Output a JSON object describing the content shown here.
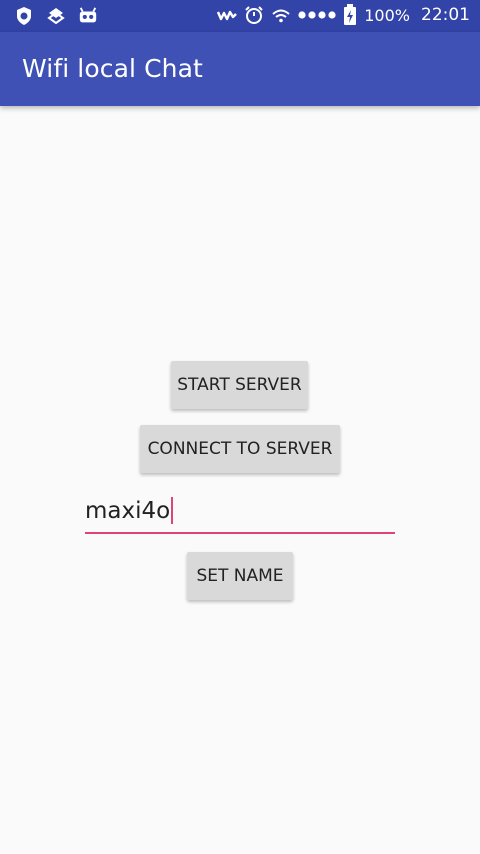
{
  "status_bar": {
    "battery": "100%",
    "time": "22:01",
    "icons": [
      "shield-icon",
      "flame-app-icon",
      "robot-icon",
      "wave-icon",
      "alarm-icon",
      "wifi-icon",
      "signal-dots-icon",
      "battery-icon"
    ]
  },
  "app_bar": {
    "title": "Wifi local Chat",
    "color": "#3f51b5"
  },
  "buttons": {
    "start_server": "START SERVER",
    "connect_to_server": "CONNECT TO SERVER",
    "set_name": "SET NAME"
  },
  "name_field": {
    "value": "maxi4o",
    "accent_color": "#e0427a"
  }
}
